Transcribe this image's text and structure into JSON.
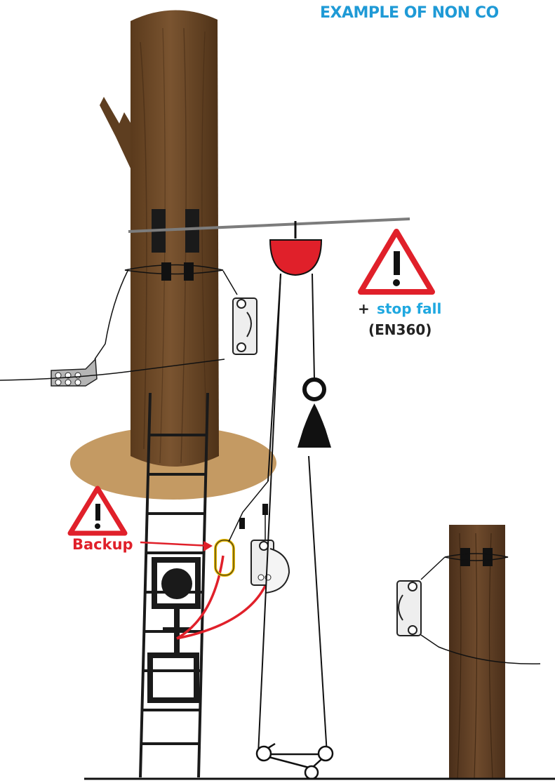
{
  "title": "EXAMPLE OF NON CO",
  "warning_labels": {
    "plus": "+",
    "stop_fall": "stop fall",
    "standard": "(EN360)",
    "backup": "Backup"
  },
  "colors": {
    "title_blue": "#1f9ad6",
    "trunk_brown": "#6b4a2a",
    "ground_disc": "#c49a63",
    "warning_red": "#e0202a",
    "carabiner_yellow": "#f2c21b"
  },
  "icons": [
    "warning-triangle-icon",
    "pulley-icon",
    "counterweight-icon",
    "carabiner-icon",
    "rope-clamp-icon"
  ]
}
